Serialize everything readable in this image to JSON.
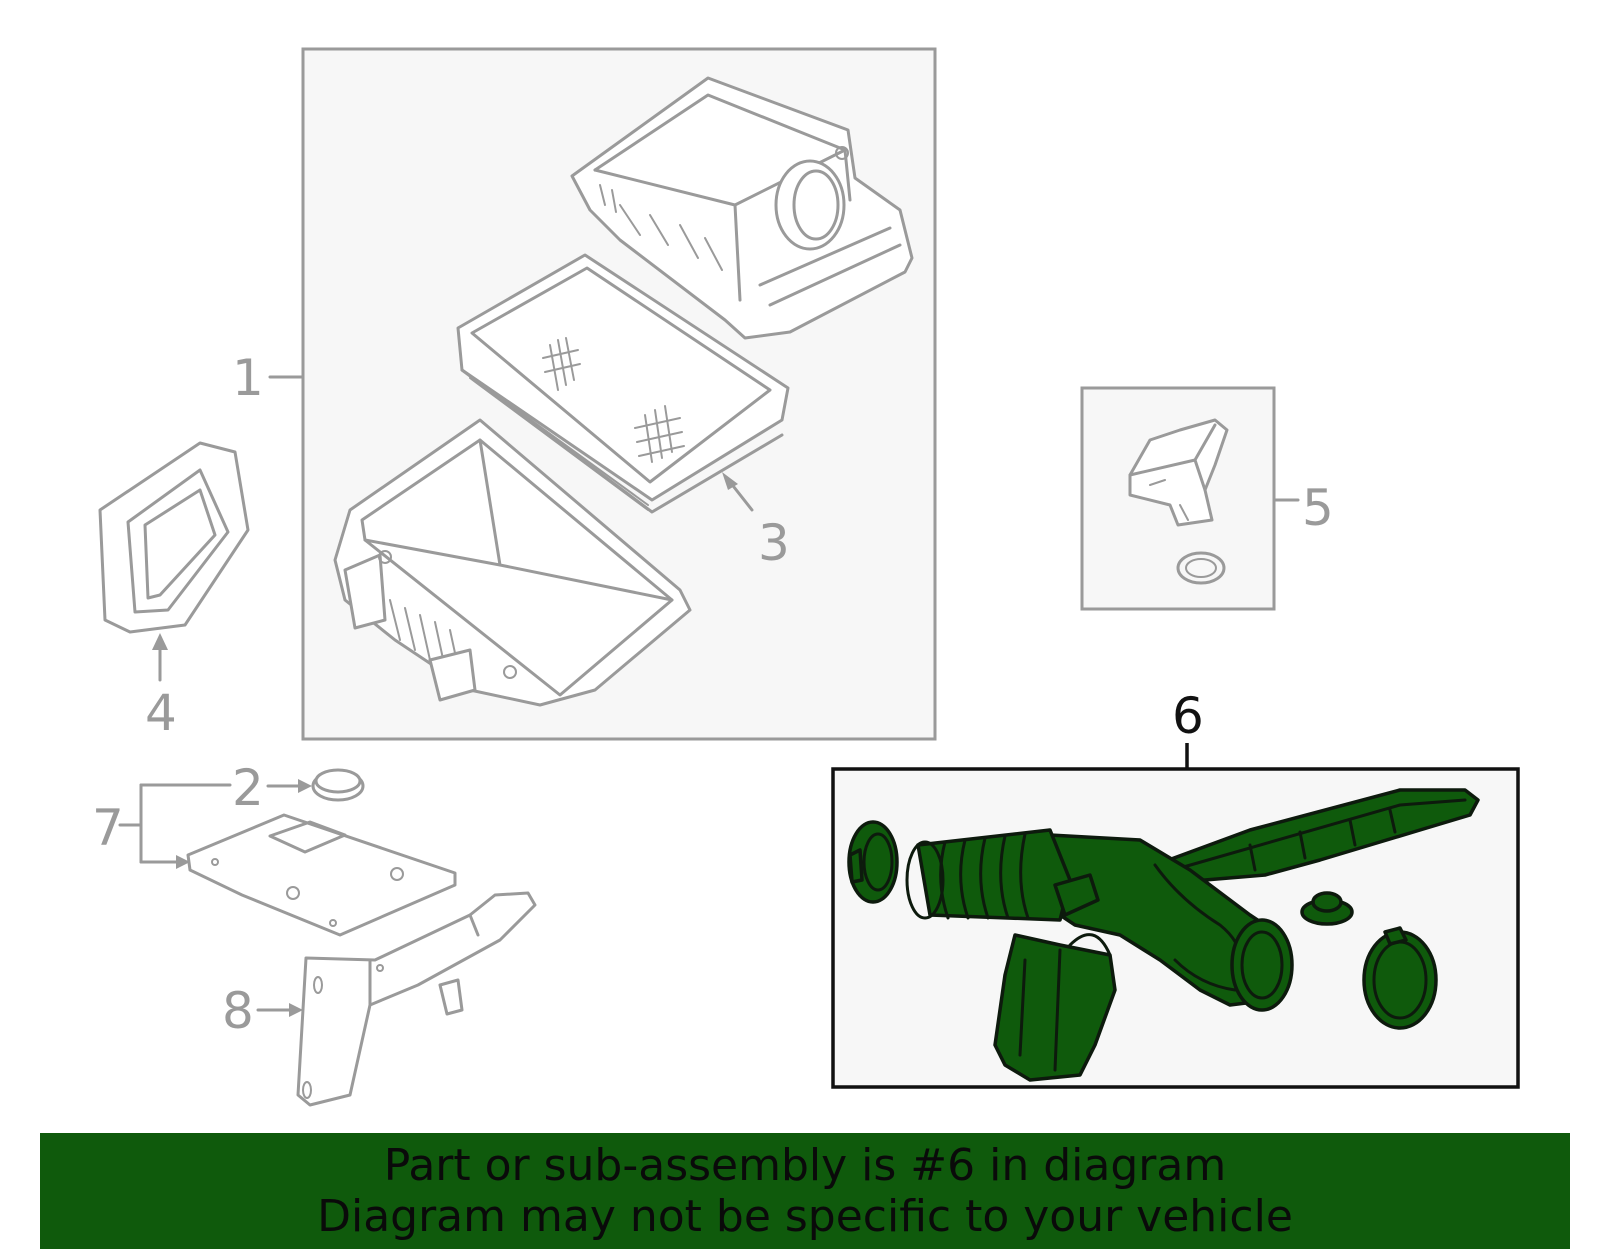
{
  "callouts": {
    "c1": "1",
    "c2": "2",
    "c3": "3",
    "c4": "4",
    "c5": "5",
    "c6": "6",
    "c7": "7",
    "c8": "8"
  },
  "highlight": {
    "part": "6",
    "color": "#0f5a0c"
  },
  "banner": {
    "line1": "Part or sub-assembly is #6 in diagram",
    "line2": "Diagram may not be specific to your vehicle"
  },
  "colors": {
    "line_gray": "#9a9a9a",
    "panel_bg": "#f7f7f7",
    "highlight_green": "#0f5a0c"
  }
}
